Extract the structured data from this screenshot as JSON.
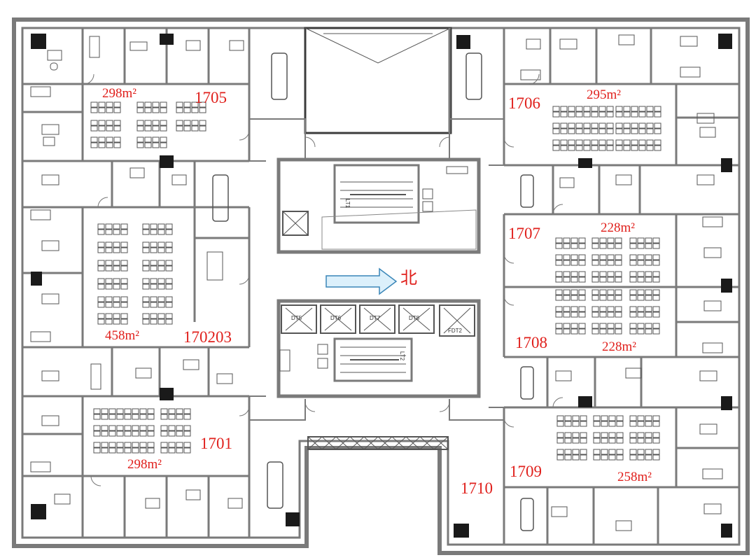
{
  "colors": {
    "wall": "#7a7a7a",
    "wall_dark": "#3c3c3c",
    "label": "#e0201c",
    "arrow_fill": "#dcf0fb",
    "arrow_stroke": "#3a86b8",
    "furniture": "#555555"
  },
  "units": [
    {
      "id": "1705",
      "area": "298m²"
    },
    {
      "id": "1706",
      "area": "295m²"
    },
    {
      "id": "170203",
      "area": "458m²"
    },
    {
      "id": "1707",
      "area": "228m²"
    },
    {
      "id": "1708",
      "area": "228m²"
    },
    {
      "id": "1701",
      "area": "298m²"
    },
    {
      "id": "1709",
      "area": "258m²"
    },
    {
      "id": "1710",
      "area": ""
    }
  ],
  "core": {
    "elevators": [
      "DT5",
      "DT6",
      "DT7",
      "DT8"
    ],
    "freight_elevator": "FDT2",
    "stairs": [
      "LT1",
      "LT2"
    ]
  },
  "north_label": "北"
}
